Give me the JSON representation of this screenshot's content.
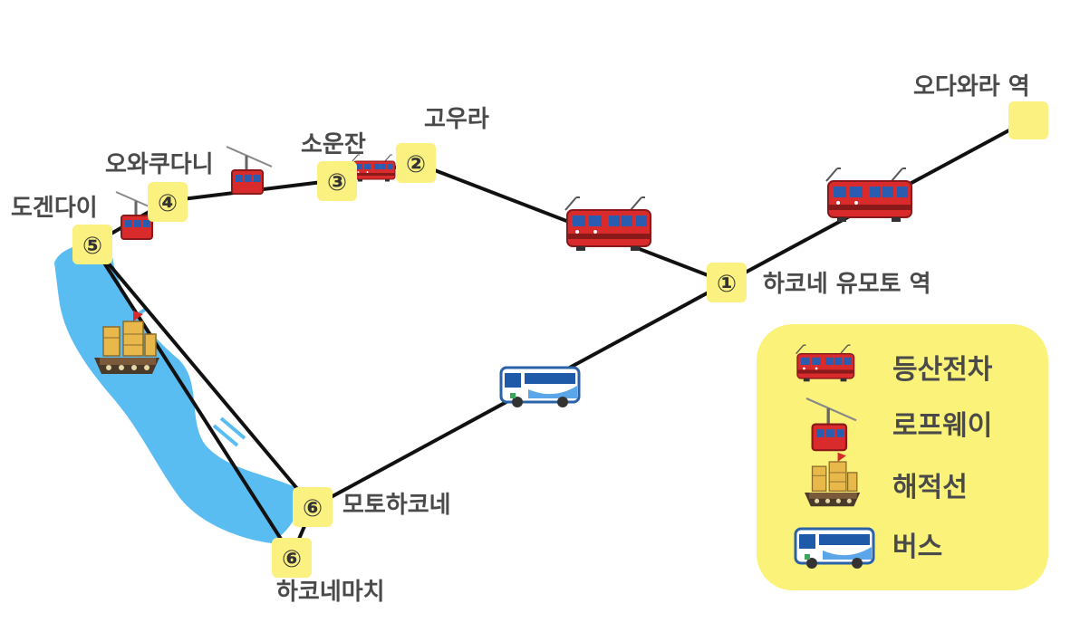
{
  "stations": {
    "odawara": {
      "name": "오다와라 역"
    },
    "yumoto": {
      "num": "①",
      "name": "하코네 유모토 역"
    },
    "gora": {
      "num": "②",
      "name": "고우라"
    },
    "sounzan": {
      "num": "③",
      "name": "소운잔"
    },
    "owakudani": {
      "num": "④",
      "name": "오와쿠다니"
    },
    "togendai": {
      "num": "⑤",
      "name": "도겐다이"
    },
    "motohakone": {
      "num": "⑥",
      "name": "모토하코네"
    },
    "hakonemachi": {
      "num": "⑥",
      "name": "하코네마치"
    }
  },
  "legend": {
    "items": [
      {
        "icon": "mountain-train-icon",
        "label": "등산전차"
      },
      {
        "icon": "ropeway-icon",
        "label": "로프웨이"
      },
      {
        "icon": "pirate-ship-icon",
        "label": "해적선"
      },
      {
        "icon": "bus-icon",
        "label": "버스"
      }
    ]
  },
  "colors": {
    "lake": "#59bdf2",
    "marker": "#fbf180",
    "legend_bg": "#fbf27a",
    "train": "#d92b2b",
    "line": "#111111"
  }
}
